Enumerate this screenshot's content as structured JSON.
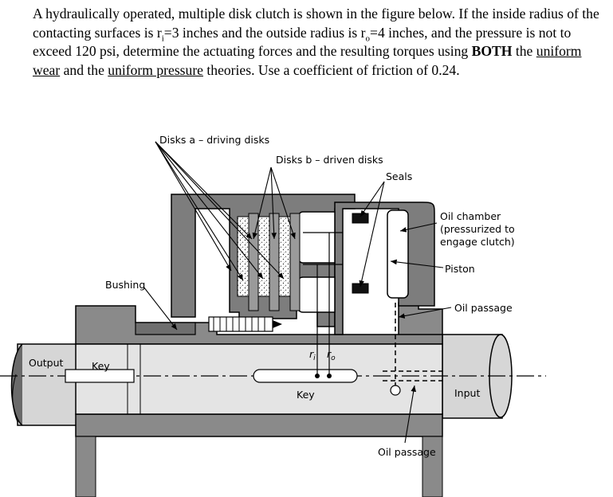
{
  "problem": {
    "intro": "A hydraulically operated, multiple disk clutch is shown in the figure below. If the inside radius of the contacting surfaces is r",
    "ri_sub": "i",
    "ri_val": "=3 inches and the outside radius is r",
    "ro_sub": "o",
    "ro_val": "=4 inches, and the pressure is not to exceed 120 psi, determine the actuating forces and the resulting torques using ",
    "both": "BOTH",
    "the": " the ",
    "uniform_wear": "uniform wear",
    "and_the": " and the ",
    "uniform_pressure": "uniform pressure",
    "tail": " theories. Use a coefficient of friction of 0.24."
  },
  "figure": {
    "disks_a": "Disks a – driving disks",
    "disks_b": "Disks b – driven disks",
    "seals": "Seals",
    "oil_chamber_1": "Oil chamber",
    "oil_chamber_2": "(pressurized to",
    "oil_chamber_3": "engage clutch)",
    "piston": "Piston",
    "oil_passage_right": "Oil passage",
    "bushing": "Bushing",
    "output": "Output",
    "key_left": "Key",
    "ri": "r",
    "ri_sub": "i",
    "ro": "r",
    "ro_sub": "o",
    "key_center": "Key",
    "input": "Input",
    "oil_passage_bottom": "Oil passage"
  }
}
